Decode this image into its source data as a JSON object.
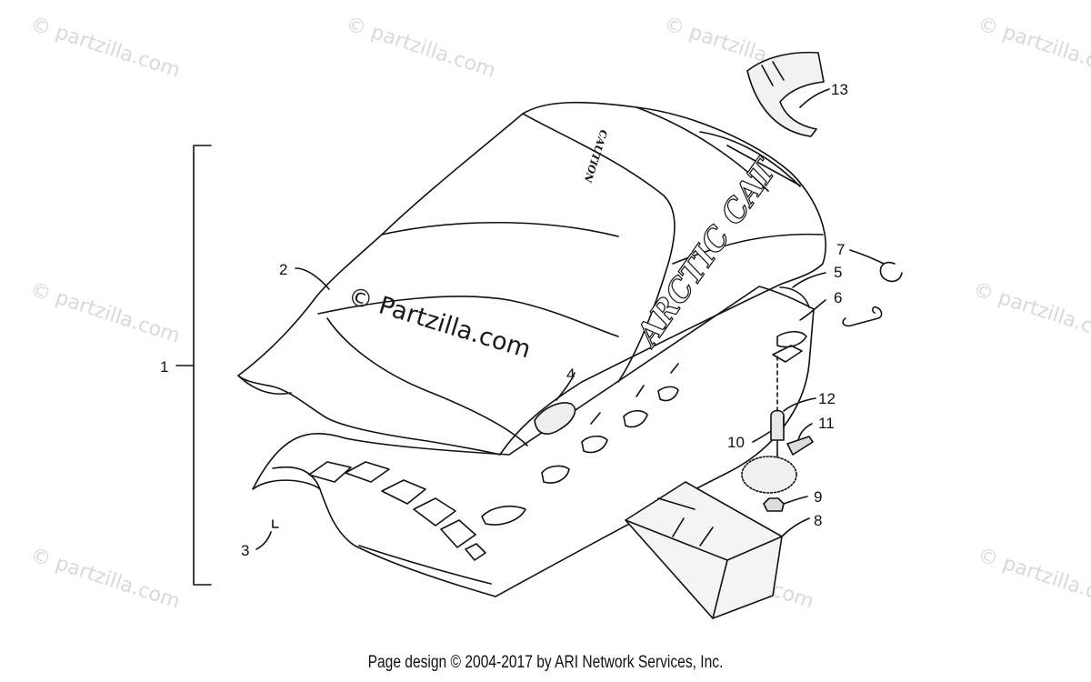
{
  "watermark": {
    "text": "© partzilla.com",
    "center_text": "© Partzilla.com"
  },
  "callouts": [
    "1",
    "2",
    "3",
    "4",
    "5",
    "6",
    "7",
    "8",
    "9",
    "10",
    "11",
    "12",
    "13"
  ],
  "decals": {
    "caution": "CAUTION",
    "brand": "ARCTIC CAT"
  },
  "footer": "Page design © 2004-2017 by ARI Network Services, Inc."
}
